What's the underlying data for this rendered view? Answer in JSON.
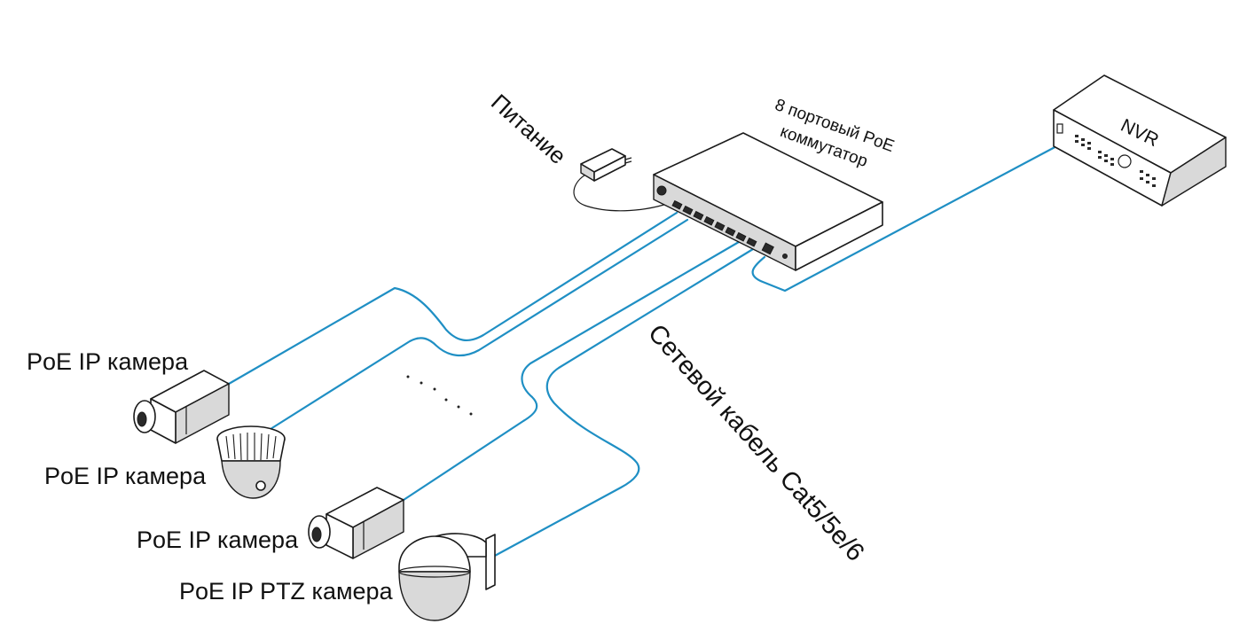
{
  "labels": {
    "power": "Питание",
    "switch_line1": "8 портовый PoE",
    "switch_line2": "коммутатор",
    "nvr": "NVR",
    "cable": "Сетевой кабель Cat5/5e/6",
    "camera_1": "PoE IP камера",
    "camera_2": "PoE IP камера",
    "camera_3": "PoE IP камера",
    "camera_ptz": "PoE IP PTZ камера"
  },
  "colors": {
    "cable": "#1f8fc4",
    "device_outline": "#1a1a1a",
    "background": "#ffffff"
  },
  "icons": [
    "power-adapter-icon",
    "poe-switch-icon",
    "nvr-icon",
    "box-camera-icon",
    "dome-camera-icon",
    "ptz-camera-icon"
  ]
}
